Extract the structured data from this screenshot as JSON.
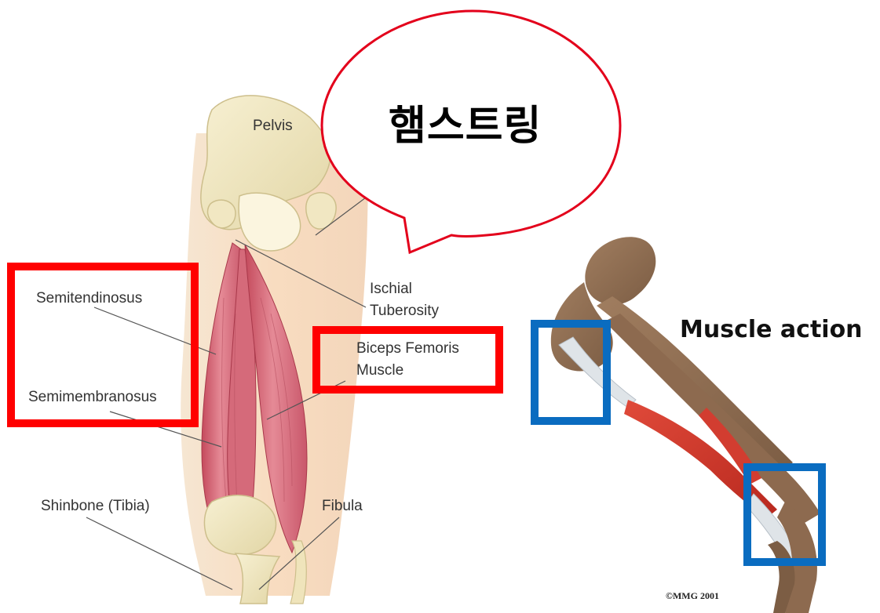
{
  "callout": {
    "text": "햄스트링",
    "stroke_color": "#e3001b"
  },
  "anatomy_labels": {
    "pelvis": "Pelvis",
    "ischial_line1": "Ischial",
    "ischial_line2": "Tuberosity",
    "biceps_line1": "Biceps Femoris",
    "biceps_line2": "Muscle",
    "semitendinosus": "Semitendinosus",
    "semimembranosus": "Semimembranosus",
    "shinbone": "Shinbone (Tibia)",
    "fibula": "Fibula"
  },
  "muscle_action": {
    "title": "Muscle action"
  },
  "copyright": "©MMG 2001",
  "highlight_colors": {
    "red": "#ff0000",
    "blue": "#0a6cc0"
  }
}
